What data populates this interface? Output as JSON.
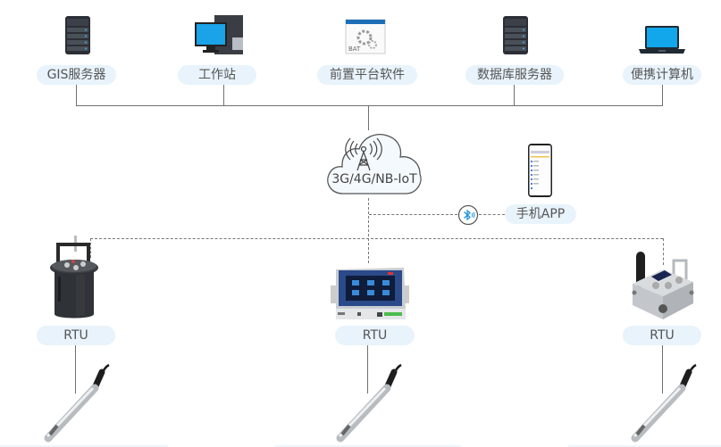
{
  "top_nodes": [
    {
      "label": "GIS服务器",
      "icon": "server-icon"
    },
    {
      "label": "工作站",
      "icon": "desktop-computer-icon"
    },
    {
      "label": "前置平台软件",
      "icon": "bat-software-icon",
      "icon_text": "BAT"
    },
    {
      "label": "数据库服务器",
      "icon": "server-icon"
    },
    {
      "label": "便携计算机",
      "icon": "laptop-icon"
    }
  ],
  "network": {
    "label": "3G/4G/NB-IoT",
    "icon": "cloud-tower-icon"
  },
  "mobile": {
    "label": "手机APP",
    "icon": "smartphone-icon",
    "link_icon": "bluetooth-icon"
  },
  "rtu_nodes": [
    {
      "label": "RTU",
      "device": "cylindrical-rtu-icon"
    },
    {
      "label": "RTU",
      "device": "panel-rtu-icon"
    },
    {
      "label": "RTU",
      "device": "compact-rtu-icon"
    }
  ],
  "sensors": [
    {
      "icon": "probe-sensor-icon"
    },
    {
      "icon": "probe-sensor-icon"
    },
    {
      "icon": "probe-sensor-icon"
    }
  ],
  "colors": {
    "pill_bg": "#e8f3fb",
    "line": "#707070",
    "screen_blue": "#1aa3e8",
    "bluetooth": "#1a8fd8"
  }
}
